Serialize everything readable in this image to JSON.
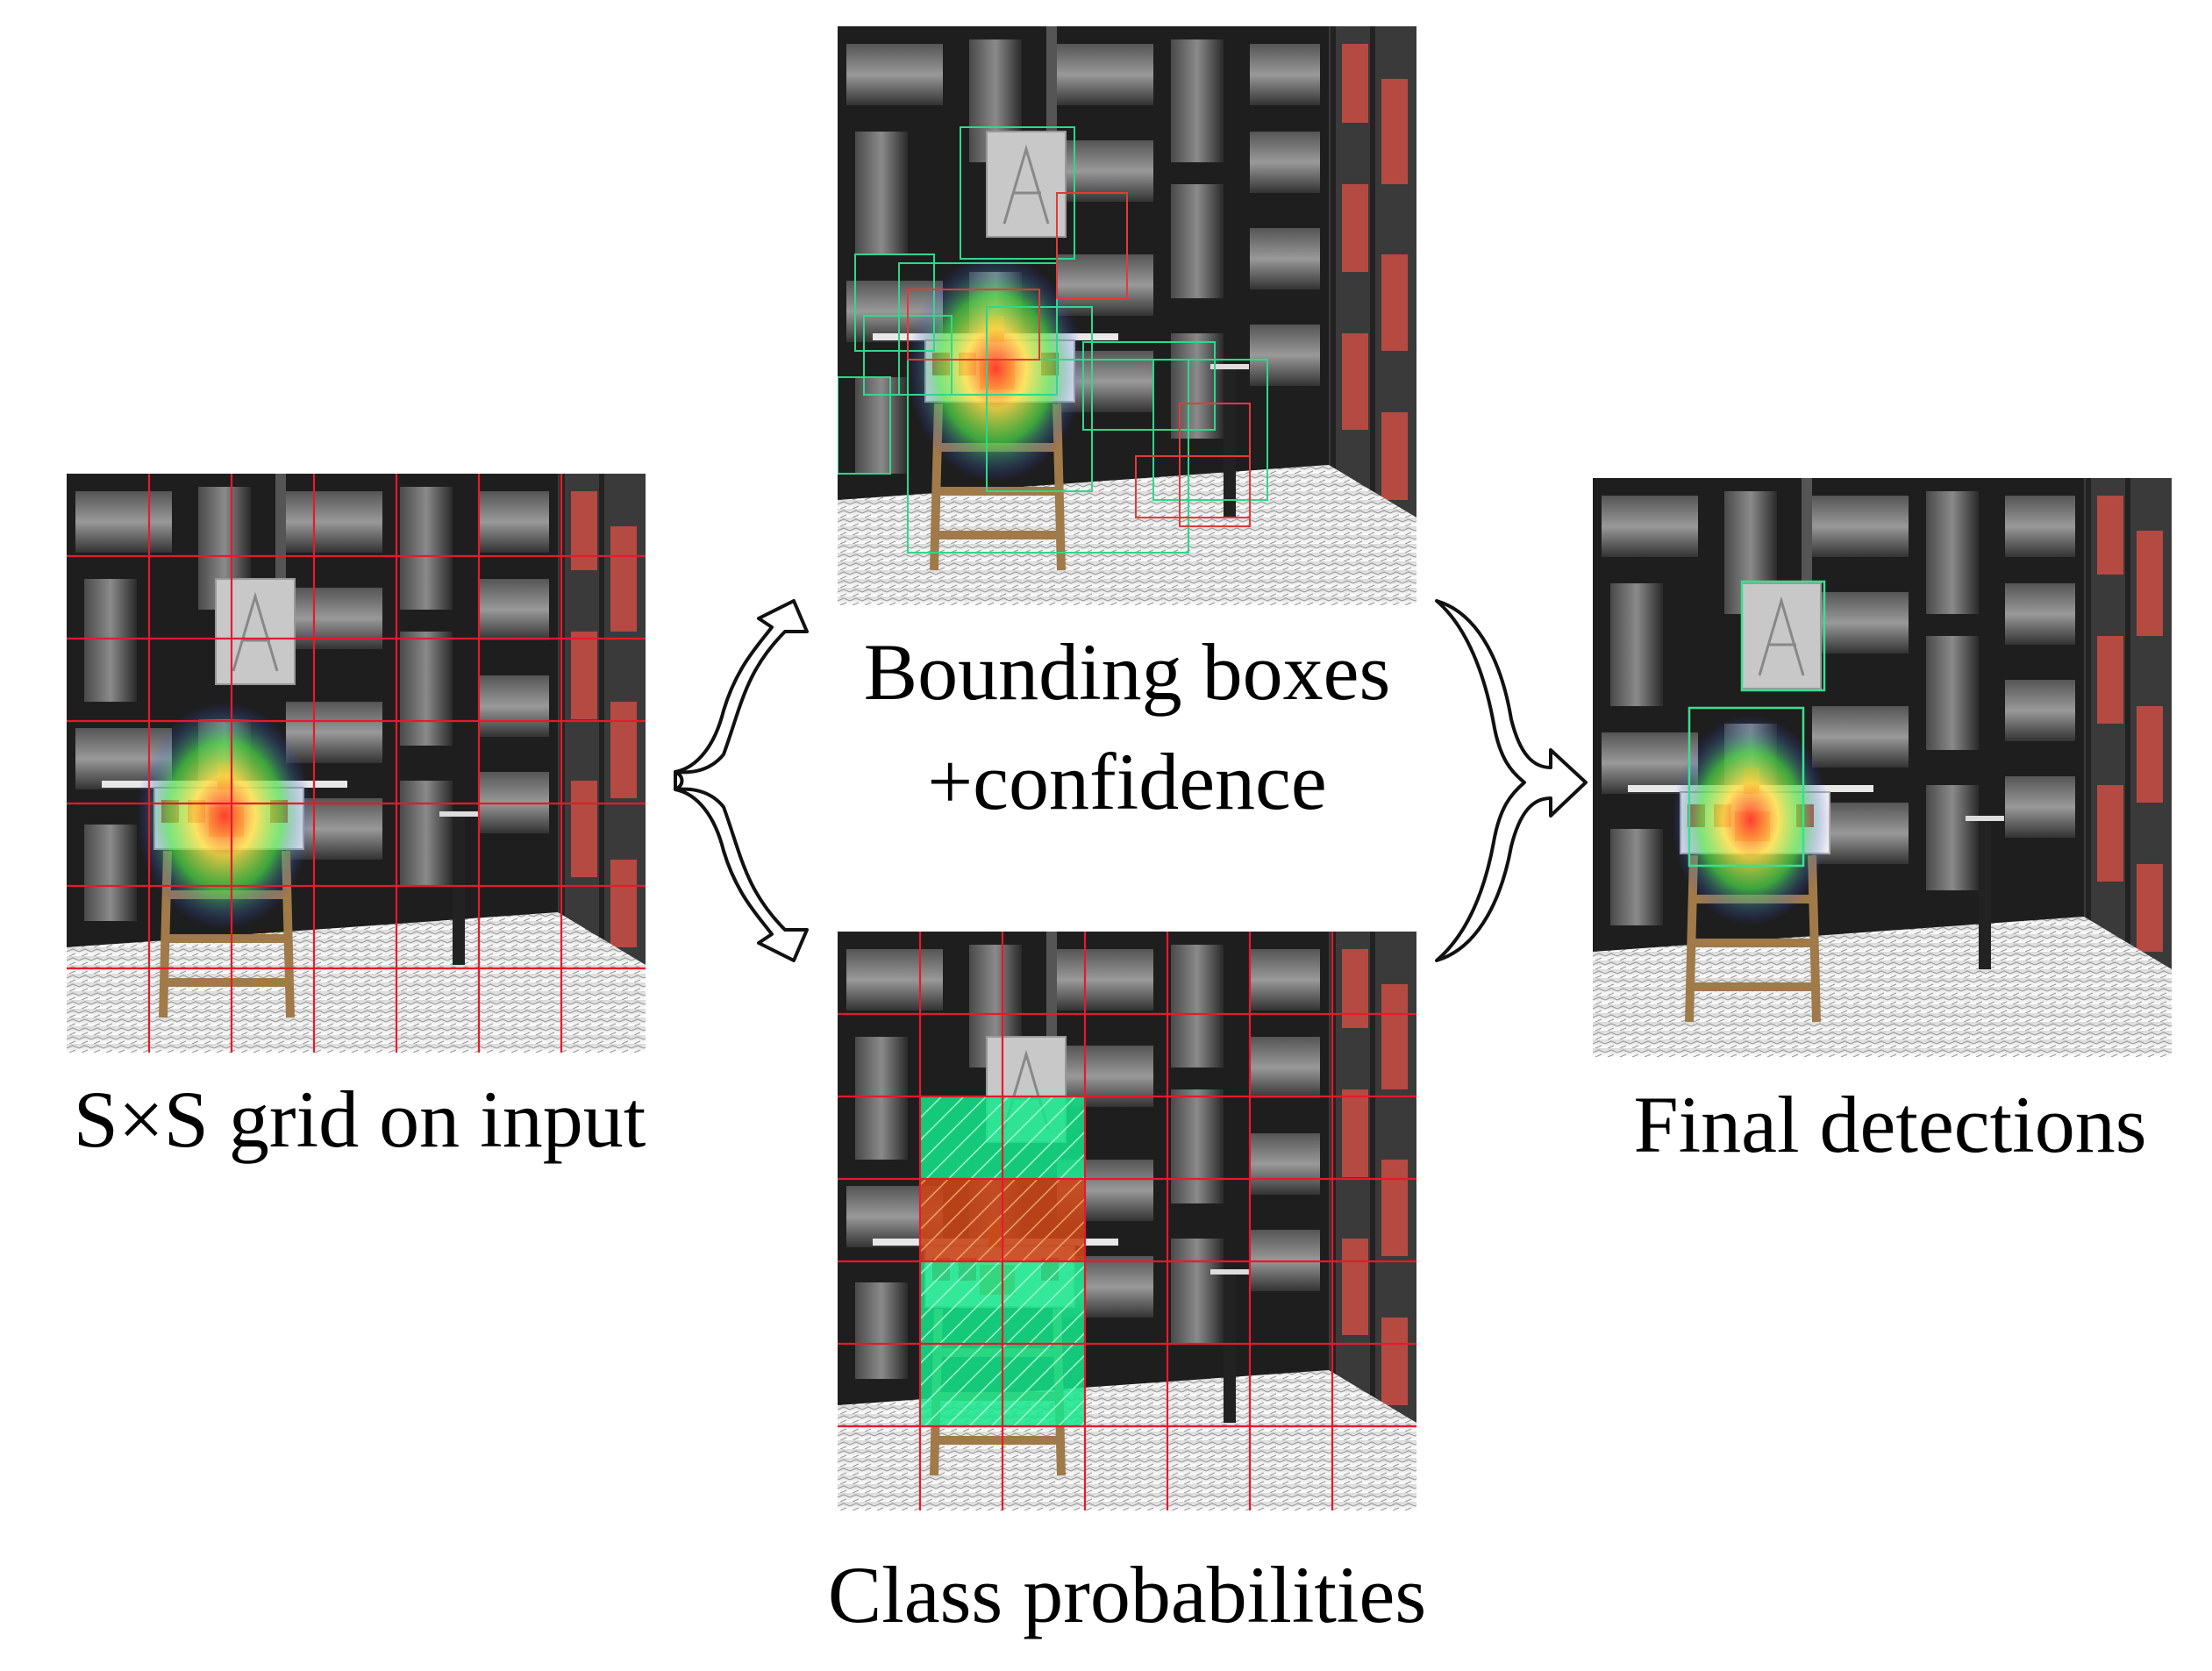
{
  "captions": {
    "grid": "S×S grid on input",
    "bboxes_line1": "Bounding boxes",
    "bboxes_line2": "+confidence",
    "class_probs": "Class probabilities",
    "final": "Final detections"
  },
  "colors": {
    "grid_line": "#e8192c",
    "bbox_green": "#2fd88a",
    "bbox_red": "#e23a3a",
    "class_green": "#14e88c",
    "class_orange": "#d8501c",
    "detection_box": "#3ae08e"
  },
  "icons": {
    "left_arrows": "curved-double-arrow-icon",
    "right_arrow": "curved-merge-arrow-icon"
  }
}
